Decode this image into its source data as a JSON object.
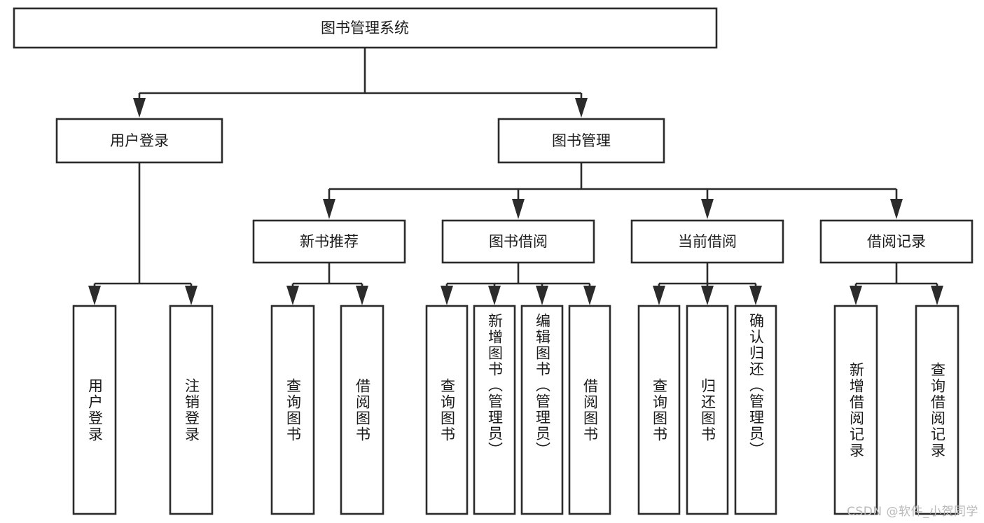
{
  "diagram": {
    "title": "图书管理系统",
    "watermark": "CSDN @软件_小贺同学",
    "root": {
      "label": "图书管理系统"
    },
    "level2": [
      {
        "label": "用户登录"
      },
      {
        "label": "图书管理"
      }
    ],
    "level3": [
      {
        "label": "新书推荐"
      },
      {
        "label": "图书借阅"
      },
      {
        "label": "当前借阅"
      },
      {
        "label": "借阅记录"
      }
    ],
    "leaves": {
      "user_login": [
        {
          "label": "用户登录"
        },
        {
          "label": "注销登录"
        }
      ],
      "new_book_recommend": [
        {
          "label": "查询图书"
        },
        {
          "label": "借阅图书"
        }
      ],
      "book_borrow": [
        {
          "label": "查询图书"
        },
        {
          "label": "新增图书（管理员）"
        },
        {
          "label": "编辑图书（管理员）"
        },
        {
          "label": "借阅图书"
        }
      ],
      "current_borrow": [
        {
          "label": "查询图书"
        },
        {
          "label": "归还图书"
        },
        {
          "label": "确认归还（管理员）"
        }
      ],
      "borrow_record": [
        {
          "label": "新增借阅记录"
        },
        {
          "label": "查询借阅记录"
        }
      ]
    }
  },
  "chart_data": {
    "type": "diagram",
    "title": "图书管理系统",
    "layout": "top-down tree",
    "nodes": [
      {
        "id": "root",
        "label": "图书管理系统",
        "level": 1
      },
      {
        "id": "user-login",
        "label": "用户登录",
        "level": 2
      },
      {
        "id": "book-manage",
        "label": "图书管理",
        "level": 2
      },
      {
        "id": "new-book",
        "label": "新书推荐",
        "level": 3
      },
      {
        "id": "book-borrow",
        "label": "图书借阅",
        "level": 3
      },
      {
        "id": "current-borrow",
        "label": "当前借阅",
        "level": 3
      },
      {
        "id": "borrow-record",
        "label": "借阅记录",
        "level": 3
      },
      {
        "id": "leaf-user-login",
        "label": "用户登录",
        "level": 4
      },
      {
        "id": "leaf-logout",
        "label": "注销登录",
        "level": 4
      },
      {
        "id": "leaf-query-book-1",
        "label": "查询图书",
        "level": 4
      },
      {
        "id": "leaf-borrow-book-1",
        "label": "借阅图书",
        "level": 4
      },
      {
        "id": "leaf-query-book-2",
        "label": "查询图书",
        "level": 4
      },
      {
        "id": "leaf-add-book",
        "label": "新增图书（管理员）",
        "level": 4
      },
      {
        "id": "leaf-edit-book",
        "label": "编辑图书（管理员）",
        "level": 4
      },
      {
        "id": "leaf-borrow-book-2",
        "label": "借阅图书",
        "level": 4
      },
      {
        "id": "leaf-query-book-3",
        "label": "查询图书",
        "level": 4
      },
      {
        "id": "leaf-return-book",
        "label": "归还图书",
        "level": 4
      },
      {
        "id": "leaf-confirm-return",
        "label": "确认归还（管理员）",
        "level": 4
      },
      {
        "id": "leaf-add-record",
        "label": "新增借阅记录",
        "level": 4
      },
      {
        "id": "leaf-query-record",
        "label": "查询借阅记录",
        "level": 4
      }
    ],
    "edges": [
      {
        "from": "root",
        "to": "user-login"
      },
      {
        "from": "root",
        "to": "book-manage"
      },
      {
        "from": "book-manage",
        "to": "new-book"
      },
      {
        "from": "book-manage",
        "to": "book-borrow"
      },
      {
        "from": "book-manage",
        "to": "current-borrow"
      },
      {
        "from": "book-manage",
        "to": "borrow-record"
      },
      {
        "from": "user-login",
        "to": "leaf-user-login"
      },
      {
        "from": "user-login",
        "to": "leaf-logout"
      },
      {
        "from": "new-book",
        "to": "leaf-query-book-1"
      },
      {
        "from": "new-book",
        "to": "leaf-borrow-book-1"
      },
      {
        "from": "book-borrow",
        "to": "leaf-query-book-2"
      },
      {
        "from": "book-borrow",
        "to": "leaf-add-book"
      },
      {
        "from": "book-borrow",
        "to": "leaf-edit-book"
      },
      {
        "from": "book-borrow",
        "to": "leaf-borrow-book-2"
      },
      {
        "from": "current-borrow",
        "to": "leaf-query-book-3"
      },
      {
        "from": "current-borrow",
        "to": "leaf-return-book"
      },
      {
        "from": "current-borrow",
        "to": "leaf-confirm-return"
      },
      {
        "from": "borrow-record",
        "to": "leaf-add-record"
      },
      {
        "from": "borrow-record",
        "to": "leaf-query-record"
      }
    ],
    "colors": {
      "box_stroke": "#2b2b2b",
      "box_fill": "#ffffff",
      "text": "#1a1a1a",
      "background": "#ffffff"
    }
  }
}
